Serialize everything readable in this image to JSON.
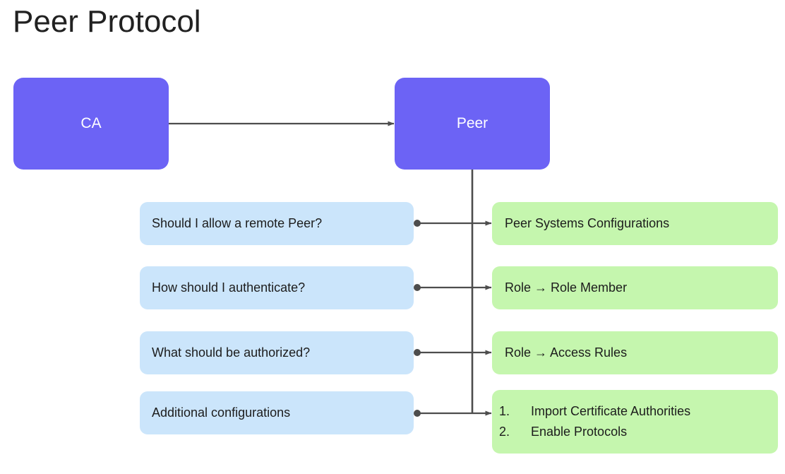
{
  "page": {
    "title": "Peer Protocol",
    "background_color": "#ffffff",
    "title_color": "#212121"
  },
  "colors": {
    "purple_node": "#6c63f5",
    "blue_node": "#cbe5fb",
    "green_node": "#c5f6ae",
    "edge": "#4d4d4d",
    "node_text_dark": "#1c1c1c",
    "node_text_light": "#ffffff"
  },
  "diagram": {
    "type": "flowchart",
    "top_nodes": [
      {
        "id": "ca",
        "label": "CA",
        "color": "#6c63f5"
      },
      {
        "id": "peer",
        "label": "Peer",
        "color": "#6c63f5"
      }
    ],
    "rows": [
      {
        "question": "Should I allow a remote Peer?",
        "answer": "Peer Systems Configurations",
        "answer_is_list": false
      },
      {
        "question": "How should I authenticate?",
        "answer": "Role → Role Member",
        "answer_is_list": false
      },
      {
        "question": "What should be authorized?",
        "answer": "Role → Access Rules",
        "answer_is_list": false
      },
      {
        "question": "Additional configurations",
        "answer_is_list": true,
        "answer_list": [
          {
            "num": "1.",
            "text": "Import Certificate Authorities"
          },
          {
            "num": "2.",
            "text": "Enable Protocols"
          }
        ]
      }
    ],
    "edges": [
      {
        "from": "ca",
        "to": "peer",
        "style": "arrow"
      },
      {
        "from": "peer",
        "to": "row-4-answer",
        "style": "vertical-trunk"
      },
      {
        "from": "row-1-question",
        "to": "row-1-answer",
        "style": "dot-to-arrow"
      },
      {
        "from": "row-2-question",
        "to": "row-2-answer",
        "style": "dot-to-arrow"
      },
      {
        "from": "row-3-question",
        "to": "row-3-answer",
        "style": "dot-to-arrow"
      },
      {
        "from": "row-4-question",
        "to": "row-4-answer",
        "style": "dot-to-arrow"
      }
    ]
  }
}
